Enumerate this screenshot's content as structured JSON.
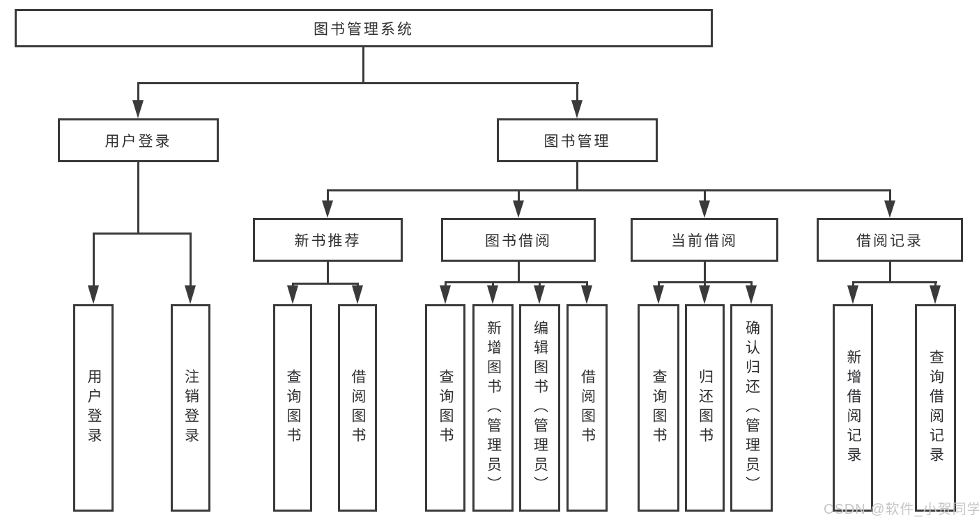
{
  "tree": {
    "root": "图书管理系统",
    "children": [
      {
        "label": "用户登录",
        "children": [
          "用户登录",
          "注销登录"
        ]
      },
      {
        "label": "图书管理",
        "children": [
          {
            "label": "新书推荐",
            "children": [
              "查询图书",
              "借阅图书"
            ]
          },
          {
            "label": "图书借阅",
            "children": [
              "查询图书",
              "新增图书（管理员）",
              "编辑图书（管理员）",
              "借阅图书"
            ]
          },
          {
            "label": "当前借阅",
            "children": [
              "查询图书",
              "归还图书",
              "确认归还（管理员）"
            ]
          },
          {
            "label": "借阅记录",
            "children": [
              "新增借阅记录",
              "查询借阅记录"
            ]
          }
        ]
      }
    ]
  },
  "watermark": "CSDN @软件_小贺同学",
  "colors": {
    "line": "#3a3a3a",
    "text": "#2f2f33",
    "watermark": "#c6c6ca",
    "background": "#ffffff"
  }
}
